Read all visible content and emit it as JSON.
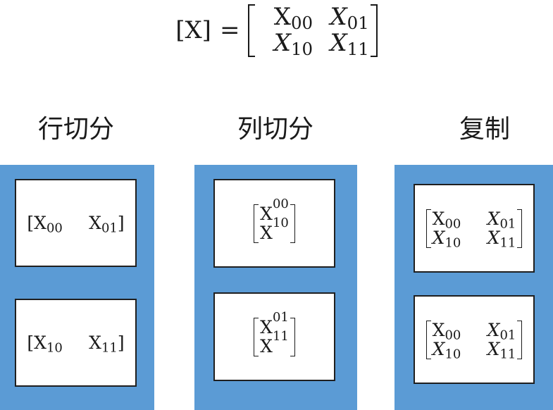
{
  "formula": {
    "lhs": "[X]",
    "equals": "=",
    "matrix": [
      [
        {
          "base": "X",
          "sub": "00",
          "italic": false
        },
        {
          "base": "X",
          "sub": "01",
          "italic": true
        }
      ],
      [
        {
          "base": "X",
          "sub": "10",
          "italic": true
        },
        {
          "base": "X",
          "sub": "11",
          "italic": true
        }
      ]
    ]
  },
  "columns": [
    {
      "title": "行切分",
      "boxes": [
        {
          "open": "[",
          "close": "]",
          "cells": [
            {
              "base": "X",
              "sub": "00"
            },
            {
              "base": "X",
              "sub": "01"
            }
          ]
        },
        {
          "open": "[",
          "close": "]",
          "cells": [
            {
              "base": "X",
              "sub": "10"
            },
            {
              "base": "X",
              "sub": "11"
            }
          ]
        }
      ]
    },
    {
      "title": "列切分",
      "boxes": [
        {
          "cells": [
            {
              "base": "X",
              "sub": "00"
            },
            {
              "base": "X",
              "sub": "10"
            }
          ]
        },
        {
          "cells": [
            {
              "base": "X",
              "sub": "01"
            },
            {
              "base": "X",
              "sub": "11"
            }
          ]
        }
      ]
    },
    {
      "title": "复制",
      "boxes": [
        {
          "cells": [
            [
              {
                "base": "X",
                "sub": "00"
              },
              {
                "base": "X",
                "sub": "01"
              }
            ],
            [
              {
                "base": "X",
                "sub": "10"
              },
              {
                "base": "X",
                "sub": "11"
              }
            ]
          ]
        },
        {
          "cells": [
            [
              {
                "base": "X",
                "sub": "00"
              },
              {
                "base": "X",
                "sub": "01"
              }
            ],
            [
              {
                "base": "X",
                "sub": "10"
              },
              {
                "base": "X",
                "sub": "11"
              }
            ]
          ]
        }
      ]
    }
  ],
  "colors": {
    "panel": "#5b9bd5",
    "box_border": "#1f1f1f",
    "box_fill": "#ffffff"
  }
}
